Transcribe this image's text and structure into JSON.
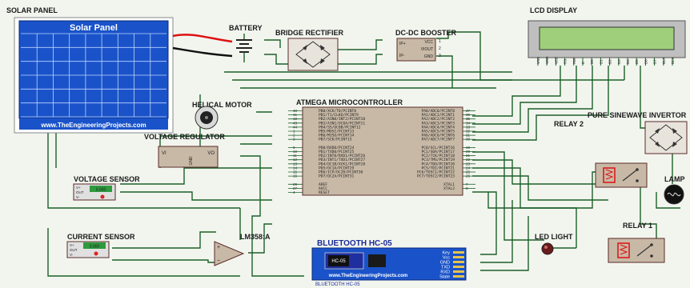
{
  "labels": {
    "solar_panel": "SOLAR PANEL",
    "solar_panel_title": "Solar Panel",
    "solar_panel_url": "www.TheEngineeringProjects.com",
    "battery": "BATTERY",
    "bridge_rectifier": "BRIDGE RECTIFIER",
    "dc_booster": "DC-DC BOOSTER",
    "lcd_display": "LCD DISPLAY",
    "helical_motor": "HELICAL MOTOR",
    "atmega": "ATMEGA MICROCONTROLLER",
    "voltage_regulator": "VOLTAGE REGULATOR",
    "voltage_sensor": "VOLTAGE SENSOR",
    "current_sensor": "CURRENT SENSOR",
    "lm358": "LM358:A",
    "bluetooth": "BLUETOOTH  HC-05",
    "bluetooth_url": "www.TheEngineeringProjects.com",
    "bluetooth_sub": "BLUETOOTH HC-05",
    "led_light": "LED LIGHT",
    "relay1": "RELAY 1",
    "relay2": "RELAY 2",
    "pure_sine": "PURE SINEWAVE INVERTOR",
    "lamp": "LAMP"
  },
  "booster_pins": {
    "left": [
      "IP+",
      "IP-"
    ],
    "right": [
      "VCC",
      "VIOUT",
      "GND"
    ],
    "nums": [
      "1",
      "2",
      "3"
    ]
  },
  "regulator_pins": {
    "vi": "VI",
    "vo": "VO",
    "gnd": "GND"
  },
  "sensor_pins": [
    "V+",
    "OUT",
    "V-"
  ],
  "sensor_values": {
    "voltage": "0.000",
    "current": "0.000"
  },
  "atmega_left": [
    "PB0/XCK/T0/PCINT8",
    "PB1/T1/CLKO/PCINT9",
    "PB2/AIN0/INT2/PCINT10",
    "PB3/AIN1/OC0A/PCINT11",
    "PB4/SS/OC0B/PCINT12",
    "PB5/MOSI/PCINT13",
    "PB6/MISO/PCINT14",
    "PB7/SCK/PCINT15",
    "PD0/RXD0/PCINT24",
    "PD1/TXD0/PCINT25",
    "PD2/INT0/RXD1/PCINT26",
    "PD3/INT1/TXD1/PCINT27",
    "PD4/OC1B/XCK1/PCINT28",
    "PD5/OC1A/PCINT29",
    "PD6/ICP/OC2B/PCINT30",
    "PD7/OC2A/PCINT31",
    "AREF",
    "AVCC",
    "RESET"
  ],
  "atmega_right": [
    "PA0/ADC0/PCINT0",
    "PA1/ADC1/PCINT1",
    "PA2/ADC2/PCINT2",
    "PA3/ADC3/PCINT3",
    "PA4/ADC4/PCINT4",
    "PA5/ADC5/PCINT5",
    "PA6/ADC6/PCINT6",
    "PA7/ADC7/PCINT7",
    "PC0/SCL/PCINT16",
    "PC1/SDA/PCINT17",
    "PC2/TCK/PCINT18",
    "PC3/TMS/PCINT19",
    "PC4/TDO/PCINT20",
    "PC5/TDI/PCINT21",
    "PC6/TOSC1/PCINT22",
    "PC7/TOSC2/PCINT23",
    "XTAL1",
    "XTAL2"
  ],
  "atmega_left_nums": [
    "40",
    "41",
    "42",
    "43",
    "44",
    "1",
    "2",
    "3",
    "9",
    "10",
    "11",
    "12",
    "13",
    "14",
    "15",
    "16",
    "29",
    "27",
    "4"
  ],
  "atmega_right_nums": [
    "37",
    "36",
    "35",
    "34",
    "33",
    "32",
    "31",
    "30",
    "19",
    "20",
    "21",
    "22",
    "23",
    "24",
    "25",
    "26",
    "7",
    "8"
  ],
  "lcd_pins": [
    "VSS",
    "VDD",
    "VEE",
    "RS",
    "RW",
    "E",
    "D0",
    "D1",
    "D2",
    "D3",
    "D4",
    "D5",
    "D6",
    "D7",
    "BLA",
    "BLK"
  ],
  "bluetooth_pins": [
    "Key",
    "Vcc",
    "GND",
    "TXD",
    "RXD",
    "State"
  ],
  "bt_module": "HC-05"
}
